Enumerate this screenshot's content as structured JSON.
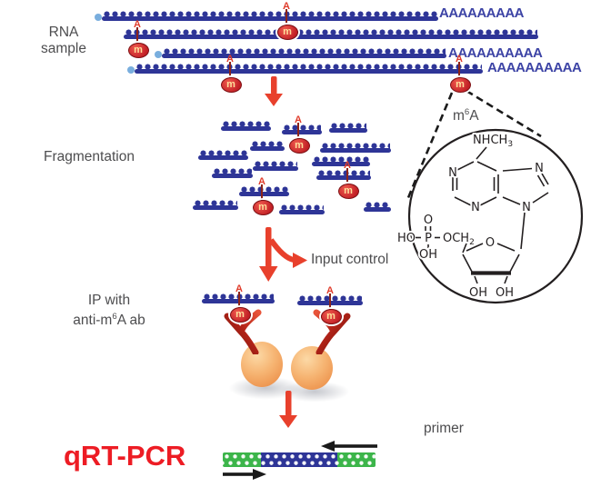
{
  "labels": {
    "rna_line1": "RNA",
    "rna_line2": "sample",
    "fragmentation": "Fragmentation",
    "input_control": "Input control",
    "ip_line1": "IP with",
    "ip2_pre": "anti-m",
    "ip2_sup": "6",
    "ip2_post": "A ab",
    "m6a_pre": "m",
    "m6a_sup": "6",
    "m6a_post": "A",
    "qrt_pcr": "qRT-PCR",
    "primer": "primer"
  },
  "marks": {
    "a": "A",
    "m": "m"
  },
  "polya": {
    "s1": "AAAAAAAAA",
    "s3": "AAAAAAAAAA",
    "s4": "AAAAAAAAAA"
  },
  "chemistry": {
    "amine_pre": "NHCH",
    "amine_sub": "3",
    "n": "N",
    "o": "O",
    "ho": "HO",
    "p": "P",
    "och_pre": "OCH",
    "och_sub": "2",
    "oh": "OH"
  },
  "colors": {
    "strand_blue": "#2e3597",
    "polya_blue": "#3c43a5",
    "methyl_red": "#d2232a",
    "arrow_red": "#e8402c",
    "label_gray": "#4d4d4f",
    "qrtpcr_red": "#ed1c24",
    "dna_green": "#3cb54a",
    "bead_orange": "#f2a45e",
    "cap_blue": "#79aede"
  }
}
